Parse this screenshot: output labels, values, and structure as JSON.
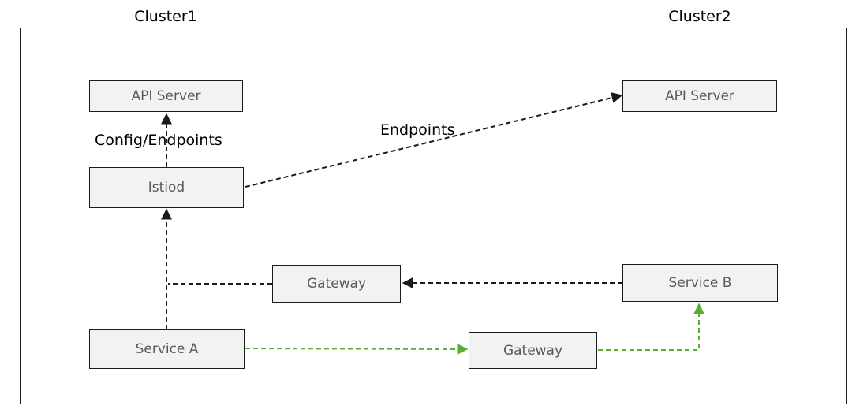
{
  "clusters": {
    "cluster1": {
      "title": "Cluster1"
    },
    "cluster2": {
      "title": "Cluster2"
    }
  },
  "nodes": {
    "c1_api_server": "API Server",
    "c1_istiod": "Istiod",
    "c1_gateway": "Gateway",
    "c1_service_a": "Service A",
    "c2_api_server": "API Server",
    "c2_service_b": "Service B",
    "c2_gateway": "Gateway"
  },
  "edge_labels": {
    "config_endpoints": "Config/Endpoints",
    "endpoints": "Endpoints"
  },
  "colors": {
    "control_edge": "#1a1a1a",
    "data_edge": "#5aae2e",
    "node_fill": "#f2f2f2",
    "node_text": "#595959"
  }
}
